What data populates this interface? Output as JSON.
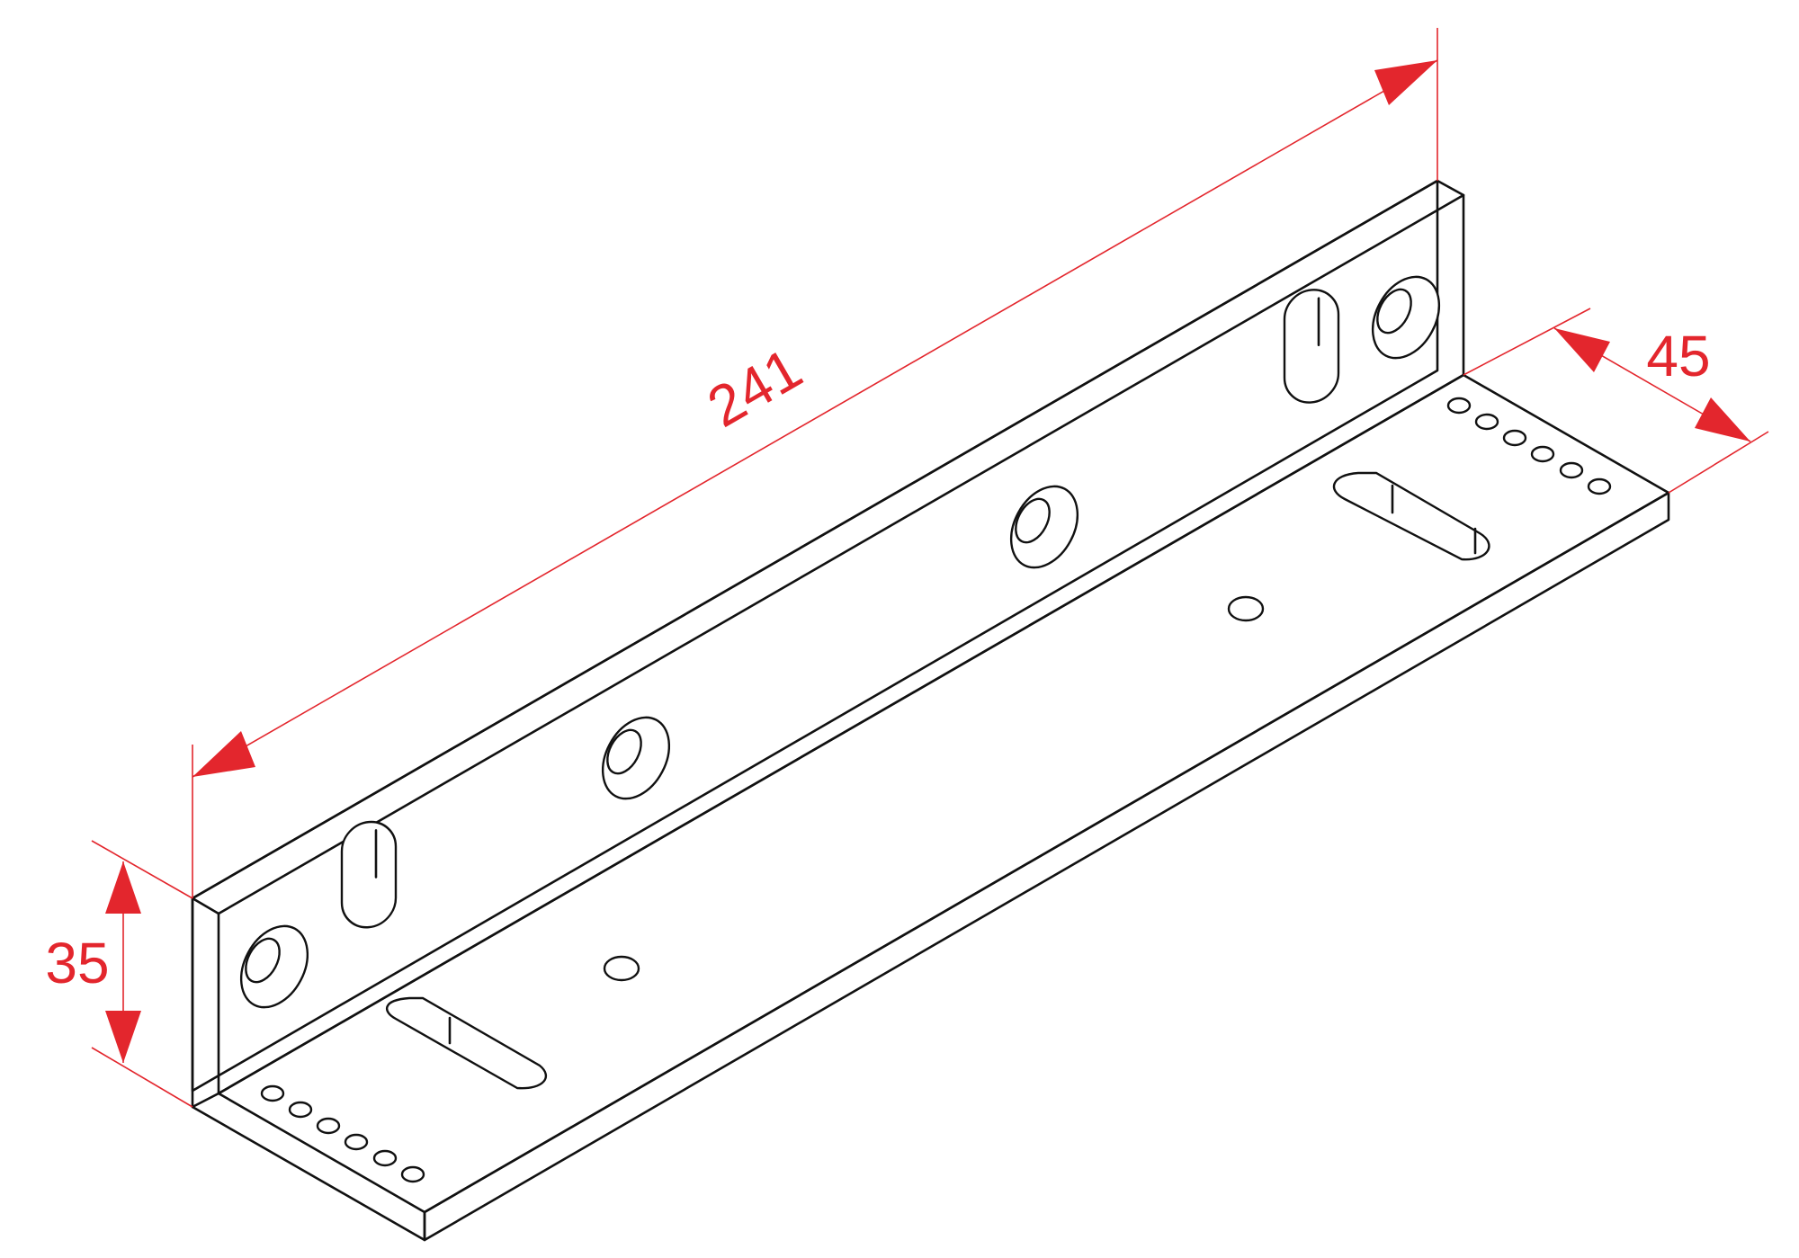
{
  "colors": {
    "line": "#111111",
    "dimension": "#e3262d",
    "background": "#ffffff"
  },
  "dimensions": {
    "length": "241",
    "width": "45",
    "height": "35"
  }
}
